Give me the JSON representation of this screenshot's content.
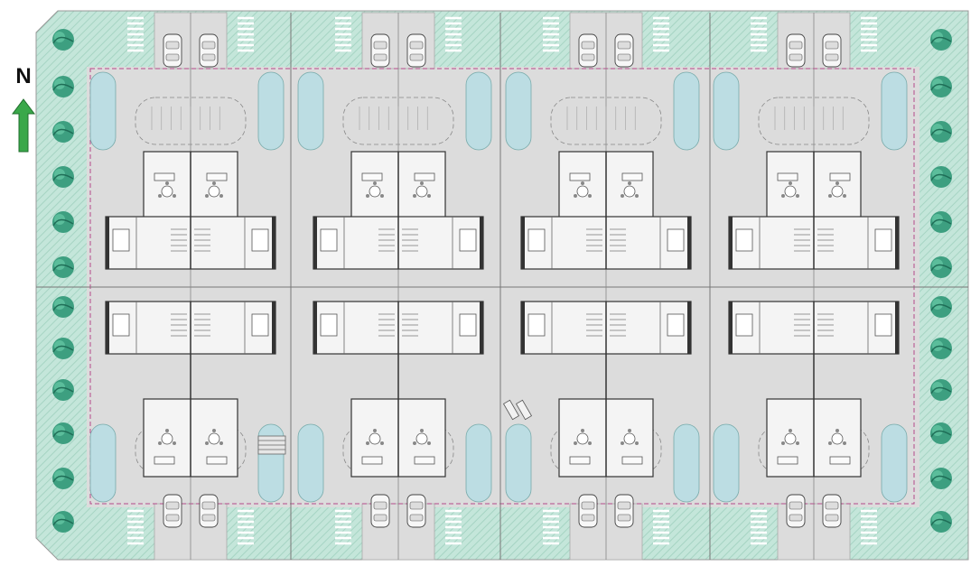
{
  "north_indicator": {
    "label": "N",
    "arrow_color": "#3aa84a"
  },
  "colors": {
    "landscape": "#bfe3d6",
    "hatch": "#9ed0bf",
    "tree": "#2f9b7a",
    "paving": "#dcdcdc",
    "pool": "#bcdde3",
    "wall": "#333333",
    "boundary": "#b44a8a",
    "line": "#777777"
  },
  "layout": {
    "blocks_per_row": 4,
    "rows": 2,
    "units_per_block": 2,
    "cars_per_block_entry": 2
  }
}
